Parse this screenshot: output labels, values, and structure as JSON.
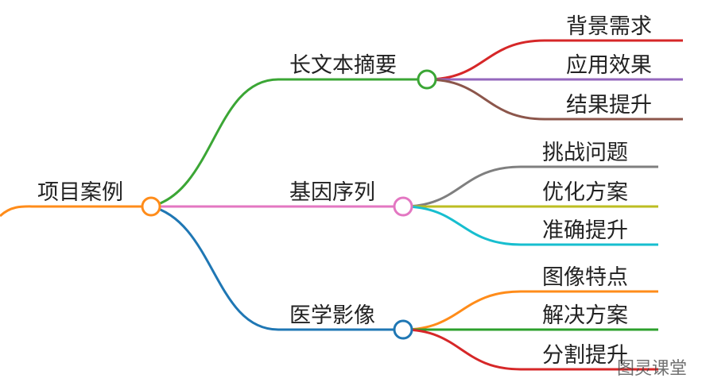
{
  "mindmap": {
    "root": {
      "label": "项目案例",
      "color": "#ff8c1a"
    },
    "branches": [
      {
        "label": "长文本摘要",
        "color": "#3ba635",
        "children": [
          {
            "label": "背景需求",
            "color": "#d62728"
          },
          {
            "label": "应用效果",
            "color": "#9467bd"
          },
          {
            "label": "结果提升",
            "color": "#8c564b"
          }
        ]
      },
      {
        "label": "基因序列",
        "color": "#e377c2",
        "children": [
          {
            "label": "挑战问题",
            "color": "#7f7f7f"
          },
          {
            "label": "优化方案",
            "color": "#bcbd22"
          },
          {
            "label": "准确提升",
            "color": "#17becf"
          }
        ]
      },
      {
        "label": "医学影像",
        "color": "#1f77b4",
        "children": [
          {
            "label": "图像特点",
            "color": "#ff8c1a"
          },
          {
            "label": "解决方案",
            "color": "#2ca02c"
          },
          {
            "label": "分割提升",
            "color": "#d62728"
          }
        ]
      }
    ]
  },
  "watermark": "图灵课堂"
}
